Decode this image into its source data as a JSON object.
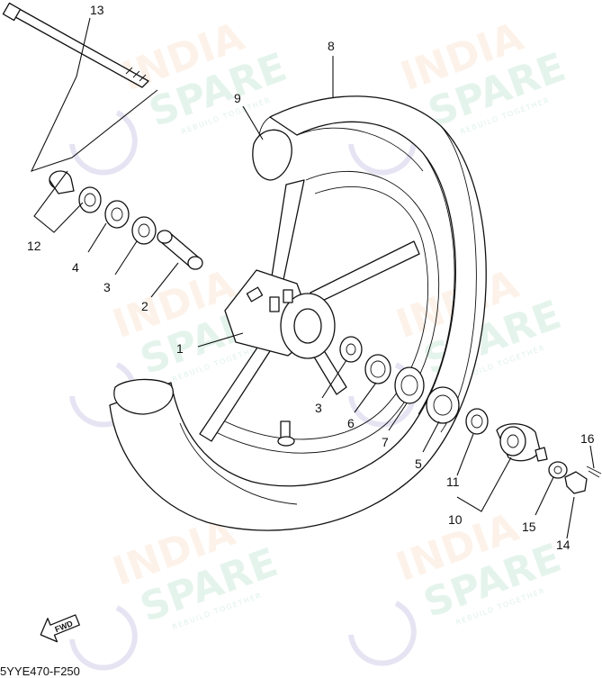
{
  "diagram": {
    "code": "5YYE470-F250",
    "fwd_label": "FWD",
    "watermark": {
      "word1": "INDIA",
      "word2": "SPARE",
      "tagline": "REBUILD TOGETHER",
      "color1": "#f6b98a",
      "color2": "#6cc59a",
      "logo_color": "#8c86c9"
    },
    "callouts": [
      "1",
      "2",
      "3",
      "3",
      "4",
      "5",
      "6",
      "7",
      "8",
      "9",
      "10",
      "11",
      "12",
      "13",
      "14",
      "15",
      "16"
    ]
  }
}
